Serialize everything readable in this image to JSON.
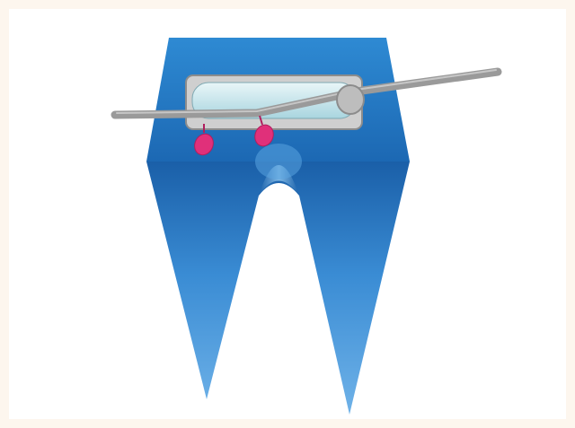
{
  "diagram": {
    "subject": "molar-tooth-with-bracket-and-archwire",
    "colors": {
      "page_border": "#fdf6ee",
      "background": "#ffffff",
      "tooth_top": "#2f86cf",
      "tooth_mid": "#1a64b0",
      "tooth_root": "#3c8fd6",
      "bracket_fill": "#b7dde6",
      "bracket_frame": "#9b9b9b",
      "wire": "#9a9a9a",
      "ligature": "#e0307a"
    },
    "parts": [
      "crown",
      "roots",
      "bracket",
      "archwire",
      "ligatures"
    ]
  }
}
